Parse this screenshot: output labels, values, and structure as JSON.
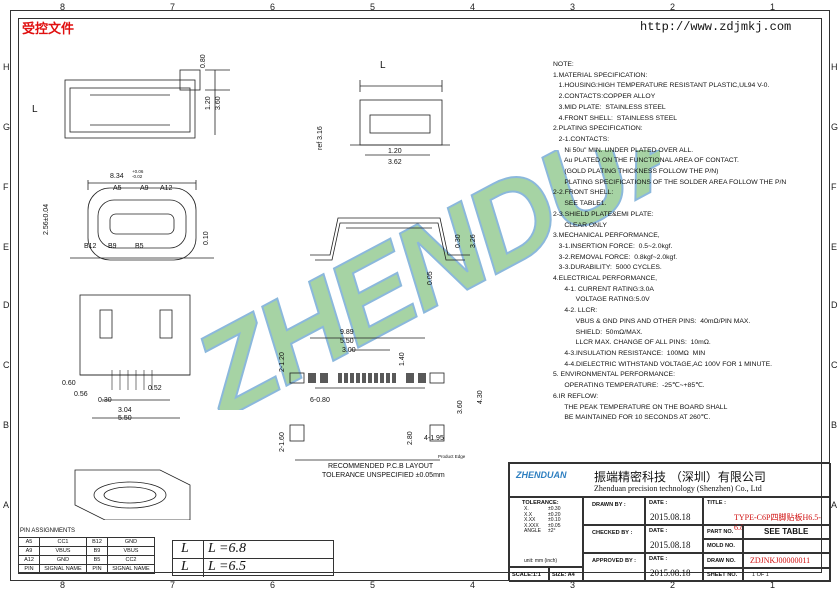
{
  "badge": "受控文件",
  "url": "http://www.zdjmkj.com",
  "grid": {
    "top_cols": [
      "8",
      "7",
      "6",
      "5",
      "4",
      "3",
      "2",
      "1"
    ],
    "rows": [
      "H",
      "G",
      "F",
      "E",
      "D",
      "C",
      "B",
      "A"
    ]
  },
  "notes": [
    "NOTE:",
    "1.MATERIAL SPECIFICATION:",
    "   1.HOUSING:HIGH TEMPERATURE RESISTANT PLASTIC,UL94 V-0.",
    "   2.CONTACTS:COPPER ALLOY",
    "   3.MID PLATE:  STAINLESS STEEL",
    "   4.FRONT SHELL:  STAINLESS STEEL",
    "2.PLATING SPECIFICATION:",
    "   2-1.CONTACTS:",
    "      Ni 50u\" MIN. UNDER PLATED OVER ALL.",
    "      Au PLATED ON THE FUNCTIONAL AREA OF CONTACT.",
    "      (GOLD PLATING THICKNESS FOLLOW THE P/N)",
    "      PLATING SPECIFICATIONS OF THE SOLDER AREA FOLLOW THE P/N",
    "2-2.FRONT SHELL:",
    "      SEE TABLE1.",
    "2-3.SHIELD PLATE&EMI PLATE:",
    "      CLEAR ONLY",
    "3.MECHANICAL PERFORMANCE,",
    "   3-1.INSERTION FORCE:  0.5~2.0kgf.",
    "   3-2.REMOVAL FORCE:  0.8kgf~2.0kgf.",
    "   3-3.DURABILITY:  5000 CYCLES.",
    "4.ELECTRICAL PERFORMANCE,",
    "      4-1. CURRENT RATING:3.0A",
    "            VOLTAGE RATING:5.0V",
    "      4-2. LLCR:",
    "            VBUS & GND PINS AND OTHER PINS:  40mΩ/PIN MAX.",
    "            SHIELD:  50mΩ/MAX.",
    "            LLCR MAX. CHANGE OF ALL PINS:  10mΩ.",
    "      4-3.INSULATION RESISTANCE:  100MΩ  MIN",
    "      4-4.DIELECTRIC WITHSTAND VOLTAGE,AC 100V FOR 1 MINUTE.",
    "5. ENVIRONMENTAL PERFORMANCE:",
    "      OPERATING TEMPERATURE:  -25℃~+85℃.",
    "6.IR REFLOW:",
    "      THE PEAK TEMPERATURE ON THE BOARD SHALL",
    "      BE MAINTAINED FOR 10 SECONDS AT 260℃."
  ],
  "dims": {
    "d080": "0.80",
    "d120": "1.20",
    "d360": "3.60",
    "L": "L",
    "d834": "8.34",
    "d834tol_up": "+0.06",
    "d834tol_dn": "-0.02",
    "d256": "2.56±0.04",
    "d010": "0.10",
    "pins_top": [
      "A5",
      "A9",
      "A12"
    ],
    "pins_bot": [
      "B12",
      "B9",
      "B5"
    ],
    "ref316": "ref 3.16",
    "r120": "1.20",
    "r362": "3.62",
    "d030": "0.30",
    "d326": "3.26",
    "d005": "0.05",
    "d060": "0.60",
    "d056": "0.56",
    "d030b": "0.30",
    "d052": "0.52",
    "d304": "3.04",
    "d550": "5.50",
    "p989": "9.89",
    "p550": "5.50",
    "p300": "3.00",
    "p140": "1.40",
    "p2x120": "2-1.20",
    "p6x080": "6-0.80",
    "p360": "3.60",
    "p430": "4.30",
    "p2x160": "2-1.60",
    "p280": "2.80",
    "p4x195": "4-1.95",
    "product_edge": "Product Edge",
    "pcb1": "RECOMMENDED  P.C.B  LAYOUT",
    "pcb2": "TOLERANCE UNSPECIFIED ±0.05mm"
  },
  "pin_assignments": {
    "title": "PIN ASSIGNMENTS",
    "rows": [
      [
        "A5",
        "CC1",
        "B12",
        "GND"
      ],
      [
        "A9",
        "VBUS",
        "B9",
        "VBUS"
      ],
      [
        "A12",
        "GND",
        "B5",
        "CC2"
      ],
      [
        "PIN",
        "SIGNAL NAME",
        "PIN",
        "SIGNAL NAME"
      ]
    ]
  },
  "ll_table": [
    {
      "a": "L",
      "b": "L =6.8"
    },
    {
      "a": "L",
      "b": "L =6.5"
    }
  ],
  "title_block": {
    "company_cn": "振端精密科技 （深圳）有限公司",
    "company_en": "Zhenduan precision technology (Shenzhen) Co., Ltd",
    "logo": "ZHENDUAN",
    "tolerance_title": "TOLERANCE:",
    "tolerances": [
      [
        "X.",
        "±0.30"
      ],
      [
        "X.X",
        "±0.20"
      ],
      [
        "X.XX",
        "±0.10"
      ],
      [
        "X.XXX",
        "±0.05"
      ],
      [
        "ANGLE",
        "±2°"
      ]
    ],
    "unit": "unit:  mm  (inch)",
    "scale": "SCALE:1:1",
    "size": "SIZE: A4",
    "drawn_by": "DRAWN BY :",
    "checked_by": "CHECKED BY :",
    "approved_by": "APPROVED BY :",
    "date_label": "DATE :",
    "date1": "2015.08.18",
    "date2": "2015.08.18",
    "date3": "2015.08.18",
    "title_label": "TITLE :",
    "title_val": "TYPE-C6P四脚贴板H6.5-6.8",
    "part_no": "PART NO.",
    "part_val": "SEE  TABLE",
    "mold_no": "MOLD NO.",
    "draw_no": "DRAW NO.",
    "draw_val": "ZDJNKJ00000011",
    "sheet_no": "SHEET NO.",
    "sheet_val": "1  OF  1"
  },
  "watermark": "ZHENDUAN"
}
